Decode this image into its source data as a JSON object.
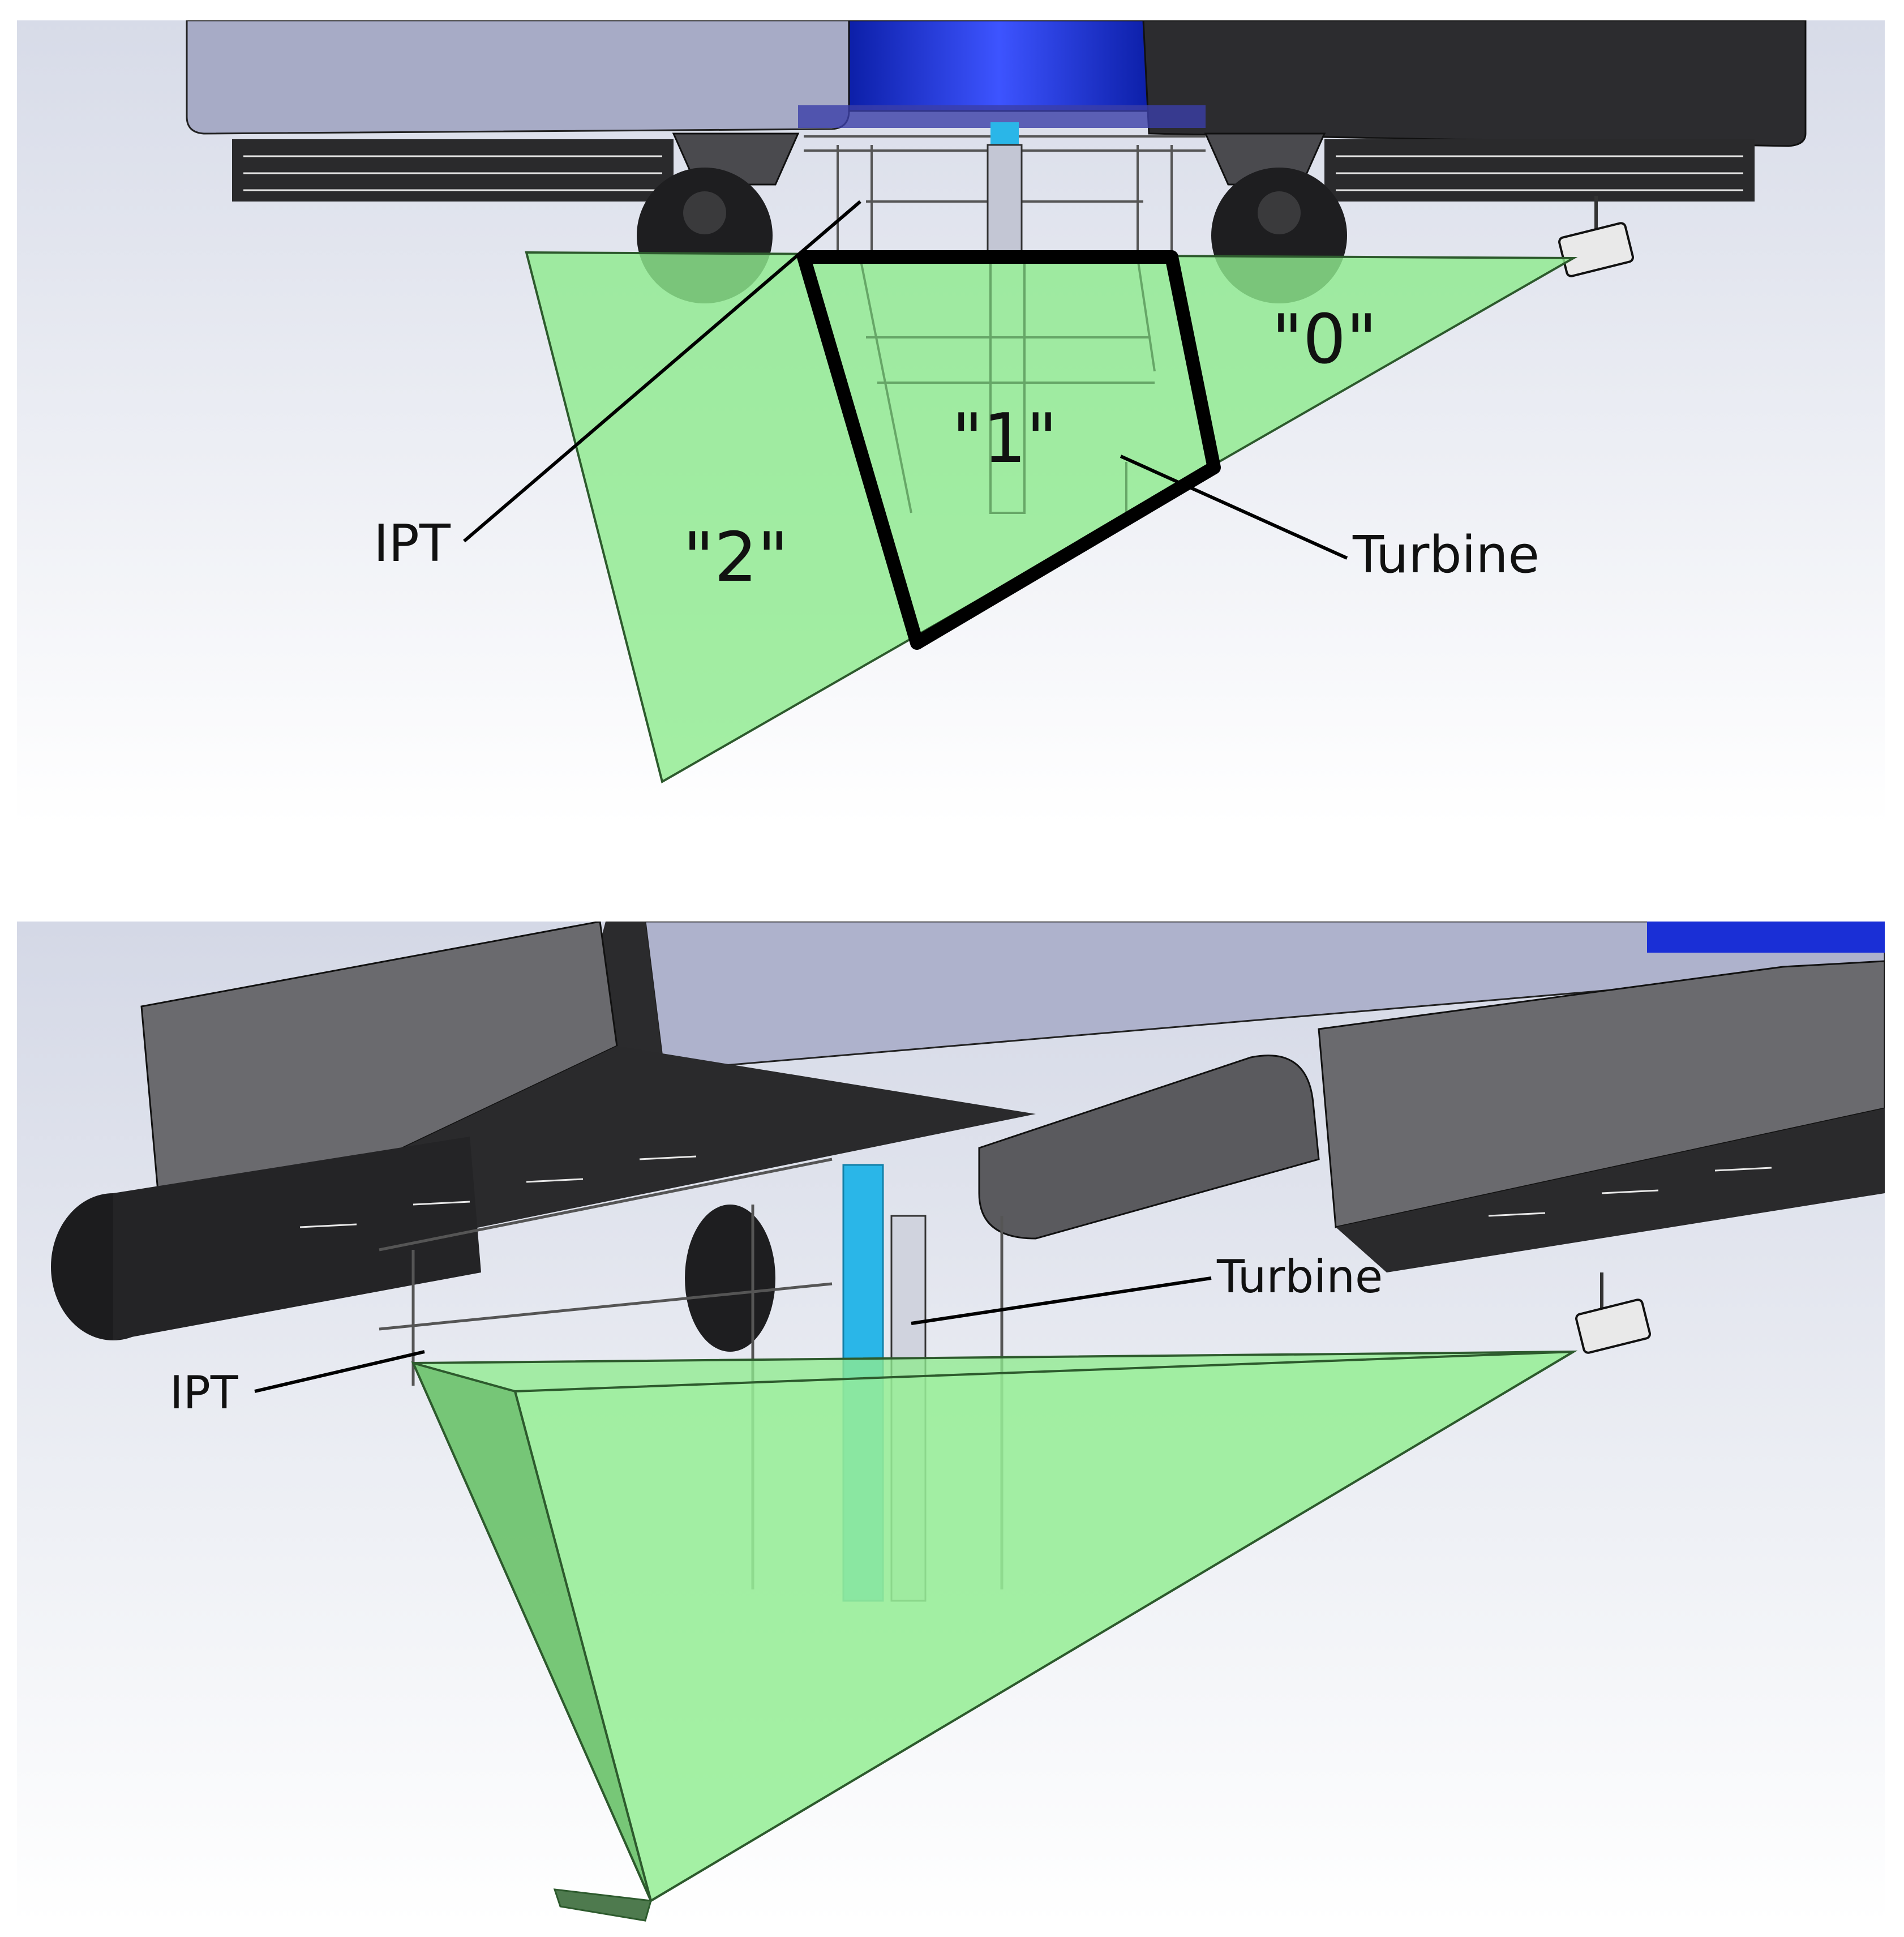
{
  "top_view": {
    "region_labels": [
      "\"0\"",
      "\"1\"",
      "\"2\""
    ],
    "callouts": {
      "ipt": "IPT",
      "turbine": "Turbine"
    }
  },
  "bottom_view": {
    "callouts": {
      "ipt": "IPT",
      "turbine": "Turbine"
    }
  },
  "colors": {
    "fov_fill": "#8fea8f",
    "fov_edge": "#2d5a2d",
    "hull_light": "#a9adc8",
    "hull_dark": "#2b2b2d",
    "motor_blue": "#1a2fd6",
    "shaft_cyan": "#2ab6e8",
    "background_top": "#dfe2ec",
    "background_bottom": "#ffffff"
  }
}
